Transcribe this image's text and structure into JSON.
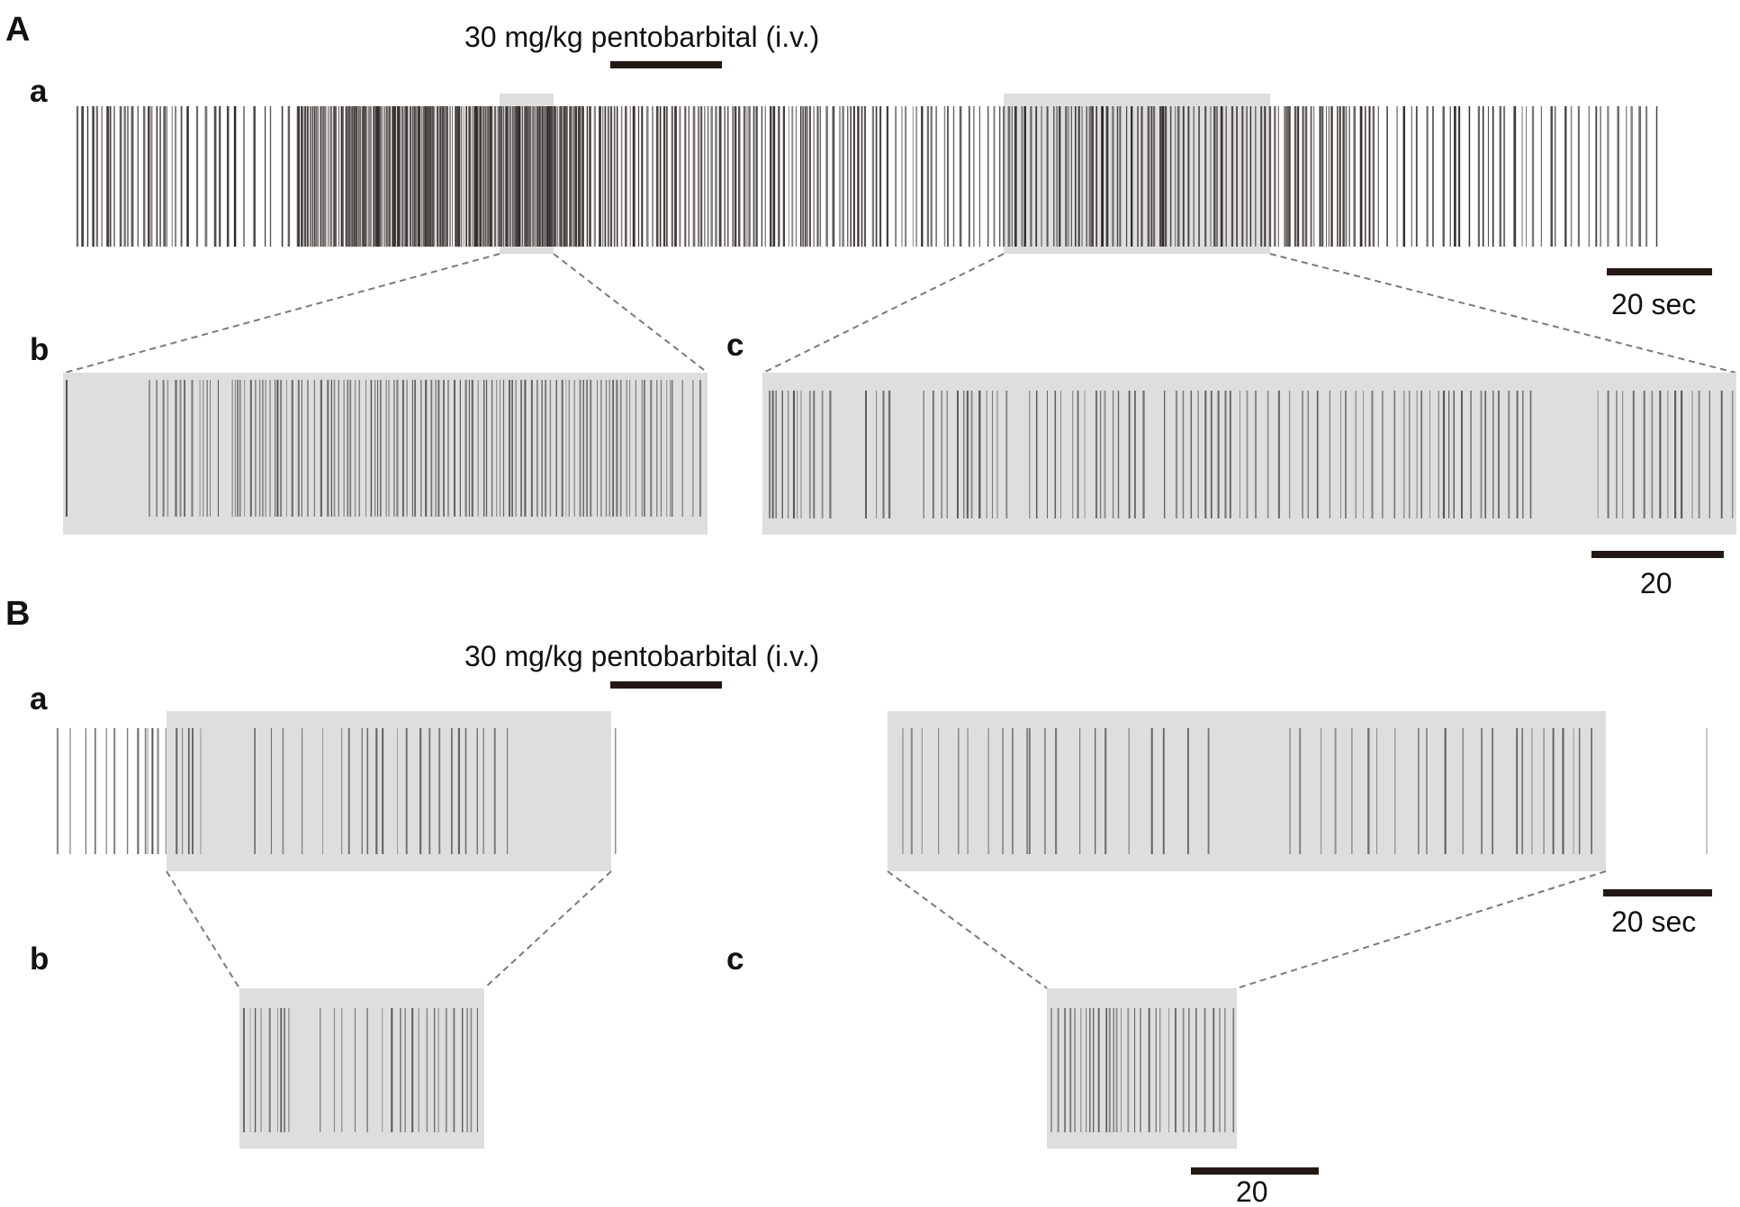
{
  "figure": {
    "A": {
      "panel_label": "A",
      "drug_label": "30 mg/kg pentobarbital (i.v.)",
      "sub_a": "a",
      "sub_b": "b",
      "sub_c": "c",
      "scale_main": "20 sec",
      "scale_zoom": "20"
    },
    "B": {
      "panel_label": "B",
      "drug_label": "30 mg/kg pentobarbital (i.v.)",
      "sub_a": "a",
      "sub_b": "b",
      "sub_c": "c",
      "scale_main": "20 sec",
      "scale_zoom": "20"
    }
  },
  "colors": {
    "spike": "#2b2522",
    "spike_zoom": "#555555",
    "highlight": "#dedede",
    "bar": "#231815"
  }
}
